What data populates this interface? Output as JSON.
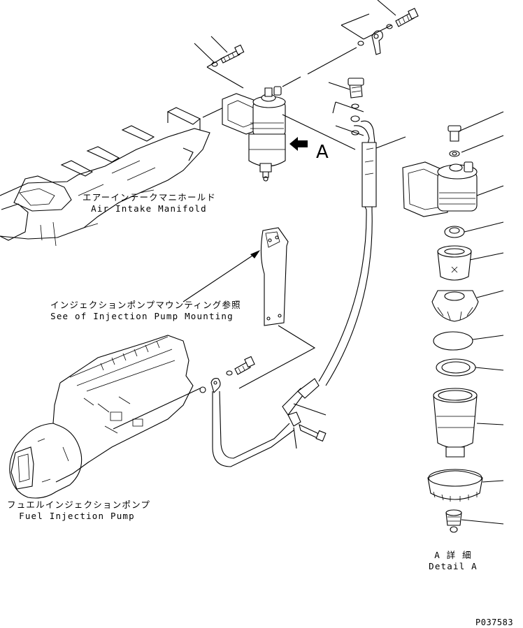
{
  "labels": {
    "air_manifold_jp": "エアーインテークマニホールド",
    "air_manifold_en": "Air Intake Manifold",
    "injection_mount_jp": "インジェクションポンプマウンティング参照",
    "injection_mount_en": "See of Injection Pump Mounting",
    "fuel_pump_jp": "フュエルインジェクションポンプ",
    "fuel_pump_en": "Fuel Injection Pump",
    "detail_jp": "A 詳 細",
    "detail_en": "Detail A",
    "view_marker": "A",
    "drawing_number": "P037583"
  }
}
